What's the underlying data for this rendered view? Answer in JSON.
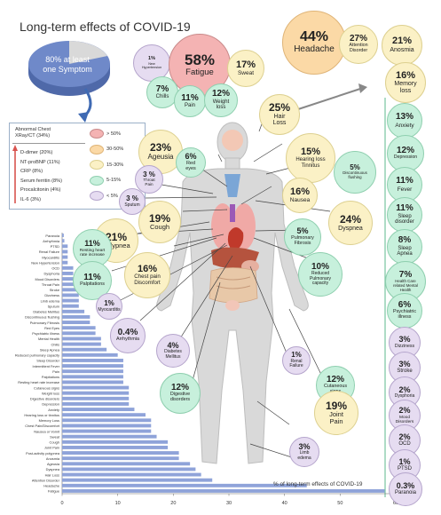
{
  "title": "Long-term effects of COVID-19",
  "summary": {
    "line1": "80% at least",
    "line2": "one Symptom"
  },
  "colors": {
    "red": "#f4b3b3",
    "orange": "#fbd9a6",
    "yellow": "#fbf1c6",
    "green": "#c7f0dc",
    "purple": "#e6dcf1",
    "bar": "#8fa3d9",
    "pie_main": "#6f89c9",
    "pie_rest": "#d9d9d9"
  },
  "labs": {
    "header": [
      "Abnormal Chest",
      "XRay/CT (34%)"
    ],
    "items": [
      "D-dimer (20%)",
      "NT-proBNP (11%)",
      "CRP (8%)",
      "Serum ferritin (8%)",
      "Procalcitonin (4%)",
      "IL-6 (3%)"
    ]
  },
  "legend": [
    {
      "label": "> 50%",
      "color": "red"
    },
    {
      "label": "30-50%",
      "color": "orange"
    },
    {
      "label": "15-30%",
      "color": "yellow"
    },
    {
      "label": "5-15%",
      "color": "green"
    },
    {
      "label": "< 5%",
      "color": "purple"
    }
  ],
  "bubbles": [
    {
      "id": "new-hypertension",
      "pct": "1%",
      "label": "New\nHypertension",
      "color": "purple"
    },
    {
      "id": "fatigue",
      "pct": "58%",
      "label": "Fatigue",
      "color": "red"
    },
    {
      "id": "sweat",
      "pct": "17%",
      "label": "Sweat",
      "color": "yellow"
    },
    {
      "id": "chills",
      "pct": "7%",
      "label": "Chills",
      "color": "green"
    },
    {
      "id": "pain",
      "pct": "11%",
      "label": "Pain",
      "color": "green"
    },
    {
      "id": "weight-loss",
      "pct": "12%",
      "label": "Weight\nloss",
      "color": "green"
    },
    {
      "id": "headache",
      "pct": "44%",
      "label": "Headache",
      "color": "orange"
    },
    {
      "id": "attention-disorder",
      "pct": "27%",
      "label": "Attention\nDisorder",
      "color": "yellow"
    },
    {
      "id": "anosmia",
      "pct": "21%",
      "label": "Anosmia",
      "color": "yellow"
    },
    {
      "id": "memory-loss",
      "pct": "16%",
      "label": "Memory\nloss",
      "color": "yellow"
    },
    {
      "id": "hair-loss",
      "pct": "25%",
      "label": "Hair\nLoss",
      "color": "yellow"
    },
    {
      "id": "anxiety",
      "pct": "13%",
      "label": "Anxiety",
      "color": "green"
    },
    {
      "id": "ageusia",
      "pct": "23%",
      "label": "Ageusia",
      "color": "yellow"
    },
    {
      "id": "red-eyes",
      "pct": "6%",
      "label": "Red\neyes",
      "color": "green"
    },
    {
      "id": "hearing-loss",
      "pct": "15%",
      "label": "Hearing loss\nTinnitus",
      "color": "yellow"
    },
    {
      "id": "discontinuous-flushing",
      "pct": "5%",
      "label": "Discontinuous\nflushing",
      "color": "green"
    },
    {
      "id": "depression",
      "pct": "12%",
      "label": "Depression",
      "color": "green"
    },
    {
      "id": "throat-pain",
      "pct": "3 %",
      "label": "Throat\nPain",
      "color": "purple"
    },
    {
      "id": "sputum",
      "pct": "3 %",
      "label": "Sputum",
      "color": "purple"
    },
    {
      "id": "nausea",
      "pct": "16%",
      "label": "Nausea",
      "color": "yellow"
    },
    {
      "id": "fever",
      "pct": "11%",
      "label": "Fever",
      "color": "green"
    },
    {
      "id": "cough",
      "pct": "19%",
      "label": "Cough",
      "color": "yellow"
    },
    {
      "id": "dyspnea",
      "pct": "24%",
      "label": "Dyspnea",
      "color": "yellow"
    },
    {
      "id": "sleep-disorder",
      "pct": "11%",
      "label": "Sleep\ndisorder",
      "color": "green"
    },
    {
      "id": "polypnea",
      "pct": "21%",
      "label": "Polypnea",
      "color": "yellow"
    },
    {
      "id": "pulmonary-fibrosis",
      "pct": "5%",
      "label": "Pulmonary\nFibrosis",
      "color": "green"
    },
    {
      "id": "sleep-apnea",
      "pct": "8%",
      "label": "Sleep\nApnea",
      "color": "green"
    },
    {
      "id": "resting-heart-rate",
      "pct": "11%",
      "label": "Resting heart\nrate increase",
      "color": "green"
    },
    {
      "id": "chest-pain",
      "pct": "16%",
      "label": "Chest pain\nDiscomfort",
      "color": "yellow"
    },
    {
      "id": "reduced-pulmonary-capacity",
      "pct": "10%",
      "label": "Reduced\nPulmonary\ncapacity",
      "color": "green"
    },
    {
      "id": "mental-health",
      "pct": "7%",
      "label": "Health Care\nrelated Mental\nHealth",
      "color": "green"
    },
    {
      "id": "palpitations",
      "pct": "11%",
      "label": "Palpitations",
      "color": "green"
    },
    {
      "id": "myocarditis",
      "pct": "1%",
      "label": "Myocarditis",
      "color": "purple"
    },
    {
      "id": "psychiatric-illness",
      "pct": "6%",
      "label": "Psychiatric\nillness",
      "color": "green"
    },
    {
      "id": "arrhythmia",
      "pct": "0.4%",
      "label": "Arrhythmia",
      "color": "purple"
    },
    {
      "id": "dizziness",
      "pct": "3%",
      "label": "Dizziness",
      "color": "purple"
    },
    {
      "id": "diabetes",
      "pct": "4%",
      "label": "Diabetes\nMellitus",
      "color": "purple"
    },
    {
      "id": "renal-failure",
      "pct": "1%",
      "label": "Renal\nFailure",
      "color": "purple"
    },
    {
      "id": "cutaneous-signs",
      "pct": "12%",
      "label": "Cutaneous\nsigns",
      "color": "green"
    },
    {
      "id": "stroke",
      "pct": "3%",
      "label": "Stroke",
      "color": "purple"
    },
    {
      "id": "digestive-disorders",
      "pct": "12%",
      "label": "Digestive\ndisorders",
      "color": "green"
    },
    {
      "id": "dysphoria",
      "pct": "2%",
      "label": "Dysphoria",
      "color": "purple"
    },
    {
      "id": "mood-disorders",
      "pct": "2%",
      "label": "Mood\nDisorders",
      "color": "purple"
    },
    {
      "id": "joint-pain",
      "pct": "19%",
      "label": "Joint\nPain",
      "color": "yellow"
    },
    {
      "id": "ocd",
      "pct": "2%",
      "label": "OCD",
      "color": "purple"
    },
    {
      "id": "limb-edema",
      "pct": "3%",
      "label": "Limb\nedema",
      "color": "purple"
    },
    {
      "id": "ptsd",
      "pct": "1%",
      "label": "PTSD",
      "color": "purple"
    },
    {
      "id": "paranoia",
      "pct": "0.3%",
      "label": "Paranoia",
      "color": "purple"
    }
  ],
  "chart_data": {
    "type": "bar",
    "orientation": "horizontal",
    "xlabel": "% of long-term effects of COVID-19",
    "xlim": [
      0,
      60
    ],
    "xticks": [
      0,
      10,
      20,
      30,
      40,
      50,
      60
    ],
    "categories": [
      "Paranoia",
      "Arrhythmia",
      "PTSD",
      "Renal Failure",
      "Myocarditis",
      "New Hypertension",
      "OCD",
      "Dysphoria",
      "Mood Disorders",
      "Throat Pain",
      "Stroke",
      "Dizziness",
      "Limb edema",
      "Sputum",
      "Diabetes Mellitus",
      "Discontinuous flushing",
      "Pulmonary Fibrosis",
      "Red Eyes",
      "Psychiatric illness",
      "Mental Health",
      "Chills",
      "Sleep Apnea",
      "Reduced pulmonary capacity",
      "Sleep Disorder",
      "Intermittent Fever",
      "Pain",
      "Palpitations",
      "Resting heart rate increase",
      "Cutaneous signs",
      "Weight loss",
      "Digestive disorders",
      "Depression",
      "Anxiety",
      "Hearing loss or tinnitus",
      "Memory Loss",
      "Chest Pain/Discomfort",
      "Nausea or Vomit",
      "Sweat",
      "Cough",
      "Joint Pain",
      "Post-activity polypnea",
      "Anosmia",
      "Ageusia",
      "Dyspnea",
      "Hair Loss",
      "Attention Disorder",
      "Headache",
      "Fatigue"
    ],
    "values": [
      0.3,
      0.4,
      1,
      1,
      1,
      1,
      2,
      2,
      2,
      3,
      3,
      3,
      3,
      3,
      4,
      5,
      5,
      6,
      6,
      7,
      7,
      8,
      10,
      11,
      11,
      11,
      11,
      11,
      12,
      12,
      12,
      12,
      13,
      15,
      16,
      16,
      16,
      17,
      19,
      19,
      21,
      21,
      23,
      24,
      25,
      27,
      44,
      58
    ]
  }
}
